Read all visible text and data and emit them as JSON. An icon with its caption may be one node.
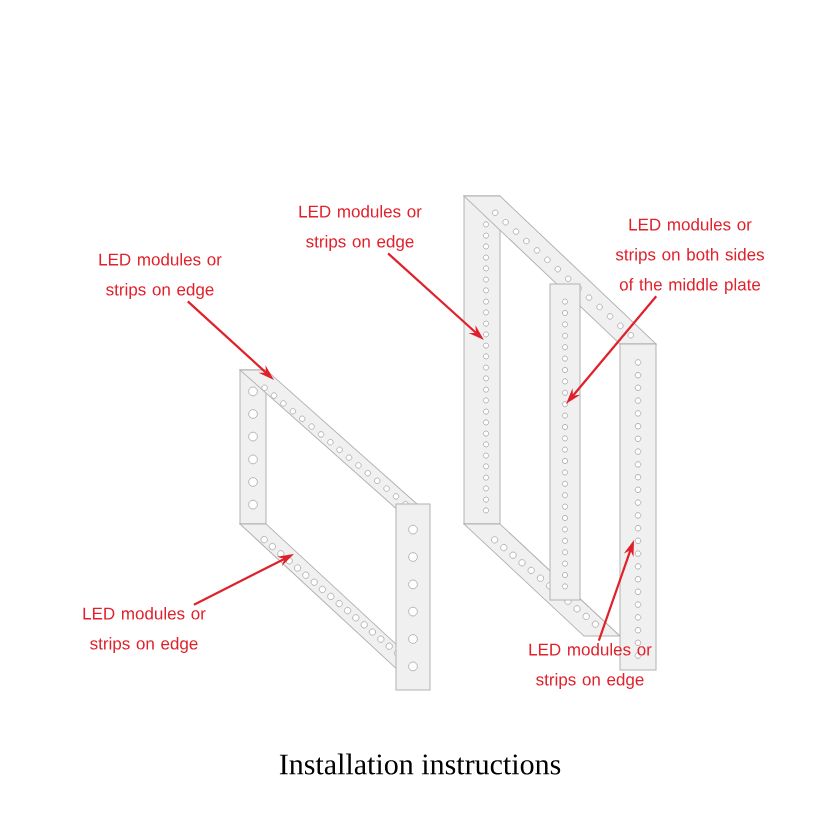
{
  "diagram": {
    "caption": "Installation instructions",
    "nodes": [
      {
        "text": [
          "LED modules or strips on edge"
        ]
      },
      {
        "text": [
          "LED modules or strips on edge"
        ]
      },
      {
        "text": [
          "LED modules or strips on both sides of the middle plate"
        ]
      },
      {
        "text": [
          "LED modules or strips on edge"
        ]
      },
      {
        "text": [
          "LED modules or strips on edge"
        ]
      }
    ],
    "edges": [
      {
        "from": 0,
        "to": null,
        "arrow": "to"
      },
      {
        "from": 1,
        "to": null,
        "arrow": "to"
      },
      {
        "from": 2,
        "to": null,
        "arrow": "to"
      },
      {
        "from": 3,
        "to": null,
        "arrow": "to"
      },
      {
        "from": 4,
        "to": null,
        "arrow": "to"
      }
    ]
  }
}
